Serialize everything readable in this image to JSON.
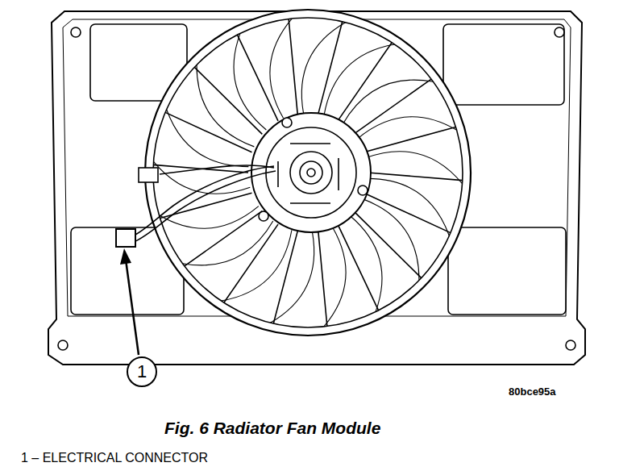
{
  "diagram": {
    "caption": "Fig. 6 Radiator Fan Module",
    "nodes": [
      {
        "text": [
          "1"
        ]
      }
    ],
    "labels": [
      "80bce95a",
      "1 – ELECTRICAL CONNECTOR"
    ]
  }
}
